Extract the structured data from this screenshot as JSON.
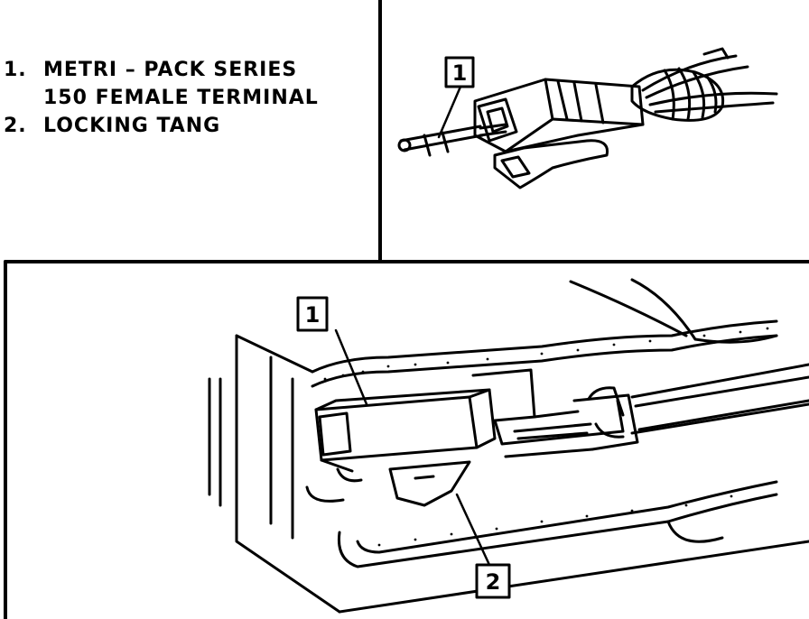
{
  "legend": [
    {
      "number": "1.",
      "lines": [
        "METRI – PACK SERIES",
        "150 FEMALE TERMINAL"
      ]
    },
    {
      "number": "2.",
      "lines": [
        "LOCKING TANG"
      ]
    }
  ],
  "callouts": {
    "top_terminal": "1",
    "bottom_terminal": "1",
    "locking_tang": "2"
  }
}
